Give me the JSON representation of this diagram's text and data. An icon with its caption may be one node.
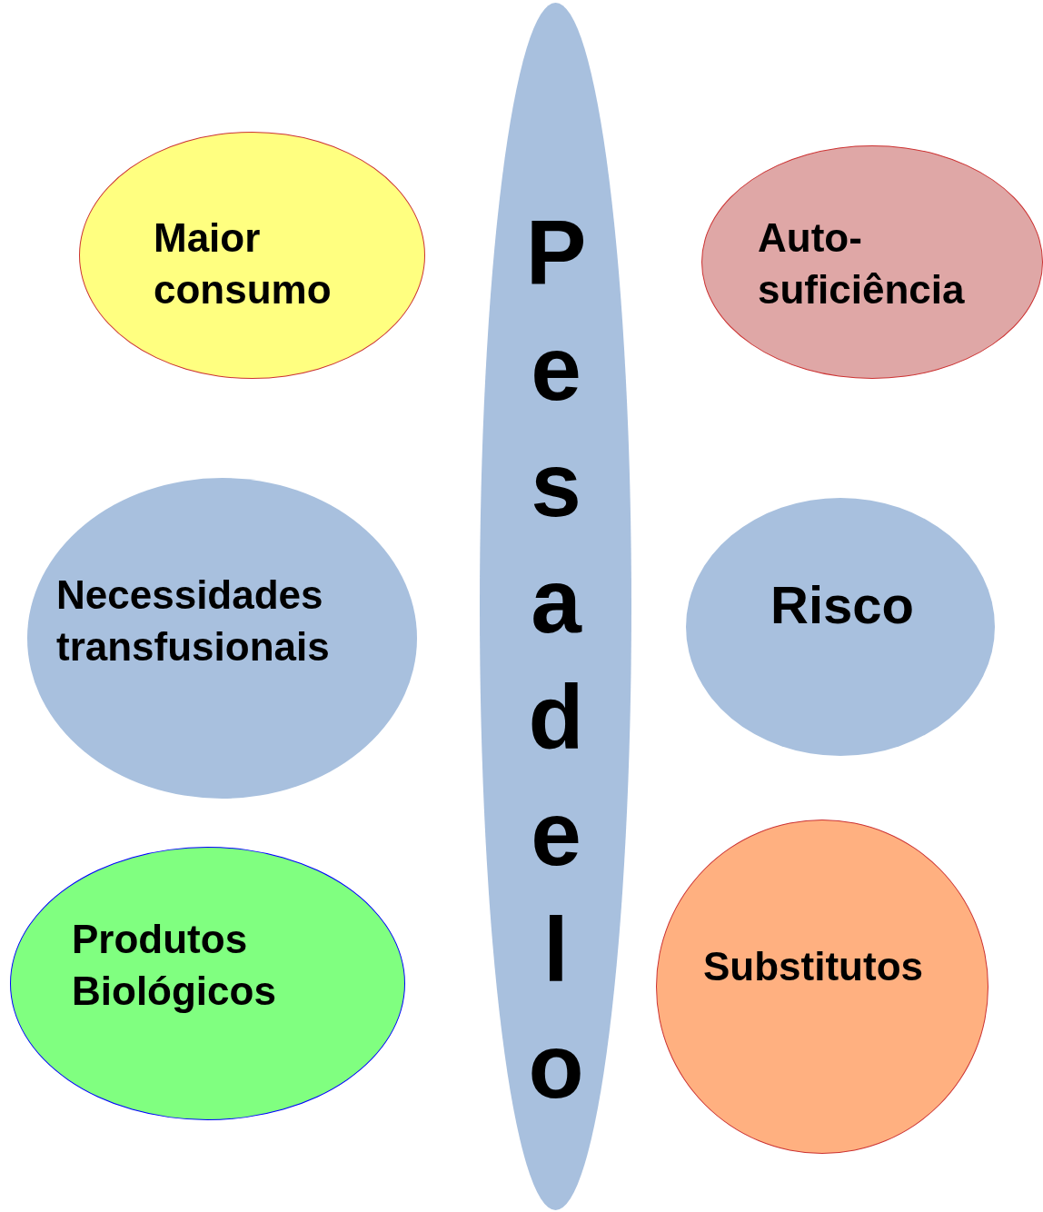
{
  "diagram": {
    "nodes": [
      {
        "text": [
          "Maior consumo"
        ]
      },
      {
        "text": [
          "Pesadelo"
        ]
      },
      {
        "text": [
          "Auto-suficiência"
        ]
      },
      {
        "text": [
          "Necessidades transfusionais"
        ]
      },
      {
        "text": [
          "Risco"
        ]
      },
      {
        "text": [
          "Produtos Biológicos"
        ]
      },
      {
        "text": [
          "Substitutos"
        ]
      }
    ]
  }
}
